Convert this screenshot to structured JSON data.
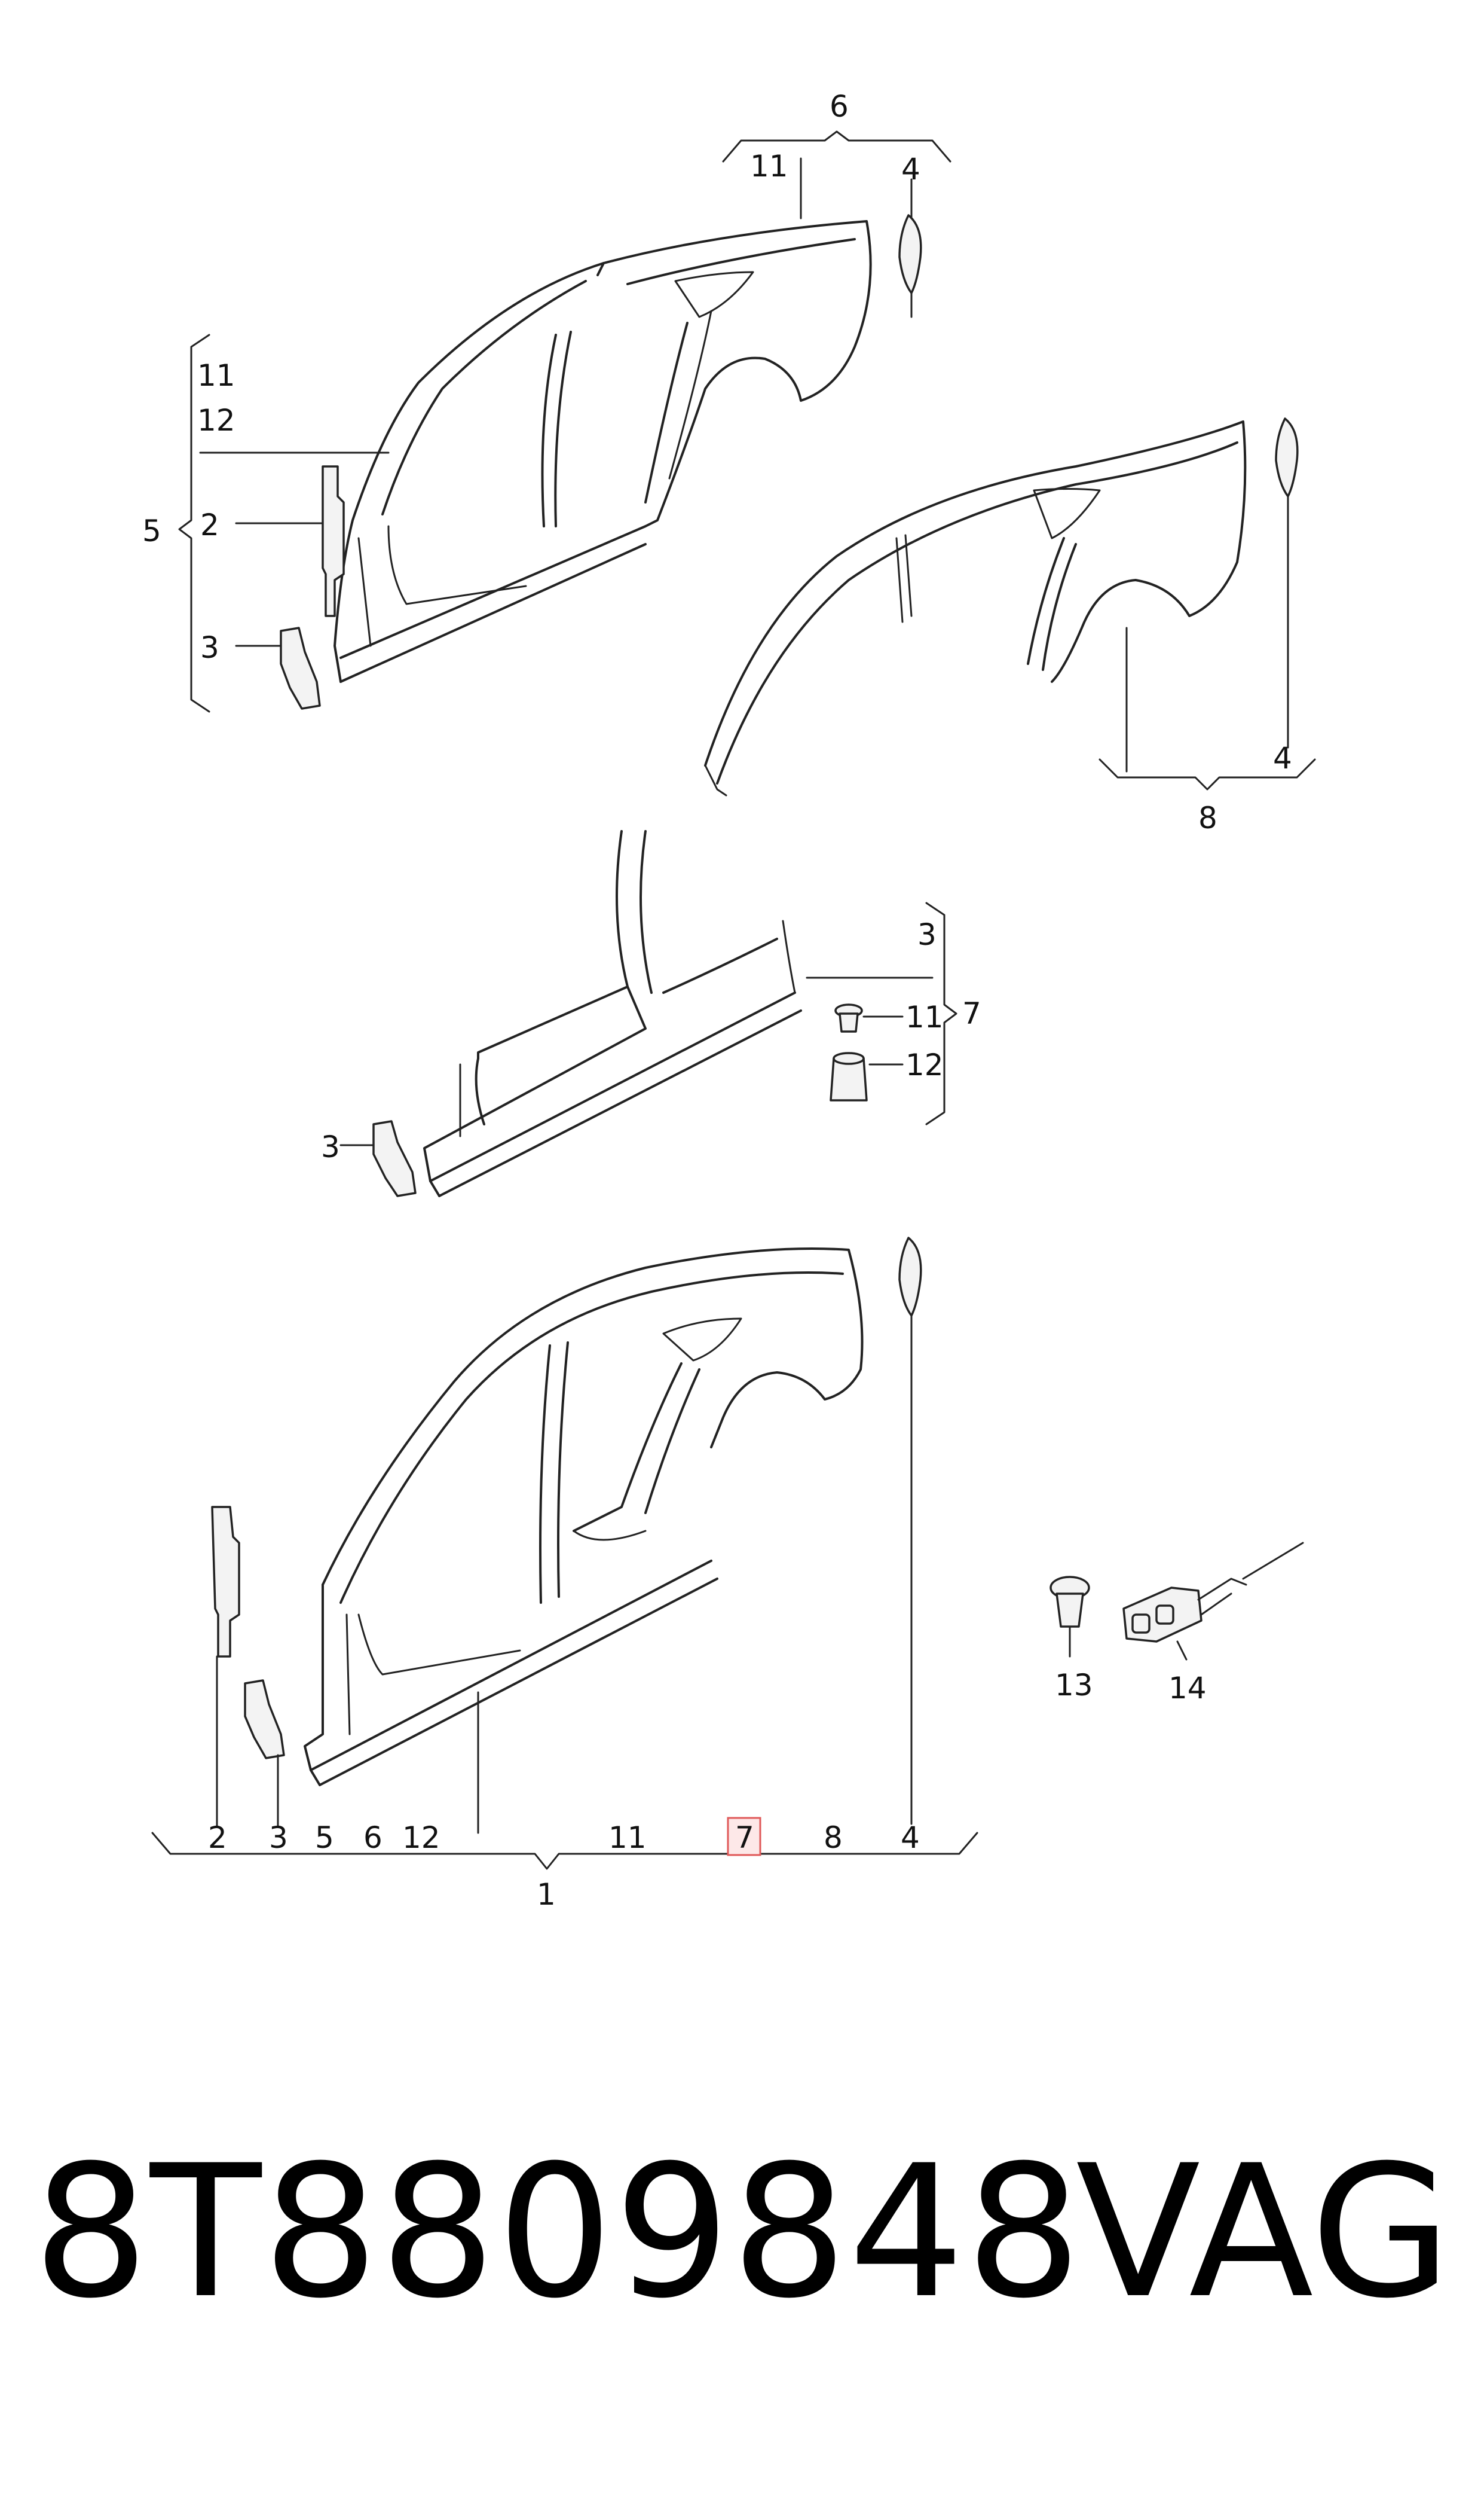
{
  "diagram": {
    "callouts": {
      "g1": {
        "top": "6",
        "left": "11",
        "right": "4"
      },
      "g2": {
        "l11": "11",
        "l12": "12",
        "l5": "5",
        "l2": "2",
        "l3": "3"
      },
      "g3": {
        "right": "4",
        "bottom": "8"
      },
      "g4": {
        "l3": "3",
        "l11": "11",
        "l12": "12",
        "l7": "7",
        "l3left": "3"
      },
      "g5": {
        "l13": "13",
        "l14": "14"
      },
      "g6": {
        "b2": "2",
        "b3": "3",
        "b5": "5",
        "b6": "6",
        "b12": "12",
        "b11": "11",
        "b7": "7",
        "b8": "8",
        "b4": "4",
        "total": "1"
      }
    }
  },
  "footer": {
    "part_number": "8T8809848",
    "brand": "VAG"
  }
}
